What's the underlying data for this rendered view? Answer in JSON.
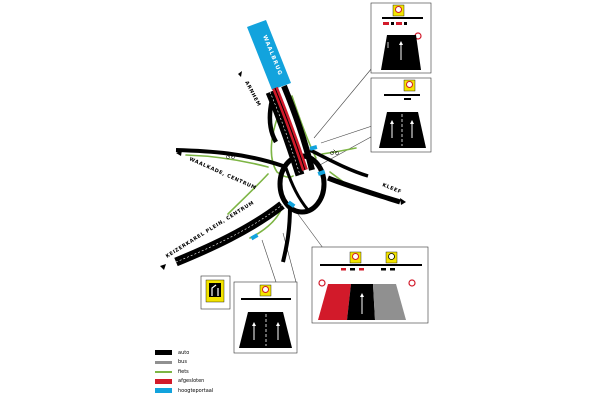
{
  "labels": {
    "bridge": "WAALBRUG",
    "arnhem": "ARNHEM",
    "waalkade": "WAALKADE, CENTRUM",
    "keizer": "KEIZERKAREL PLEIN, CENTRUM",
    "kleef": "KLEEF"
  },
  "colors": {
    "auto": "#000000",
    "bus": "#909090",
    "fiets": "#7db544",
    "afgesloten": "#d21a2a",
    "hoogteportaal": "#12a3dd",
    "sign_yellow": "#f3e400"
  },
  "legend": [
    {
      "key": "auto",
      "label": "auto",
      "color": "#000000"
    },
    {
      "key": "bus",
      "label": "bus",
      "color": "#909090"
    },
    {
      "key": "fiets",
      "label": "fiets",
      "color": "#7db544"
    },
    {
      "key": "afgesloten",
      "label": "afgesloten",
      "color": "#d21a2a"
    },
    {
      "key": "hoogteportaal",
      "label": "hoogteportaal",
      "color": "#12a3dd"
    }
  ],
  "icons": [
    "bike-icon",
    "road-closed-sign-icon",
    "height-limit-sign-icon",
    "lane-arrow-icon",
    "turn-arrow-sign-icon"
  ]
}
